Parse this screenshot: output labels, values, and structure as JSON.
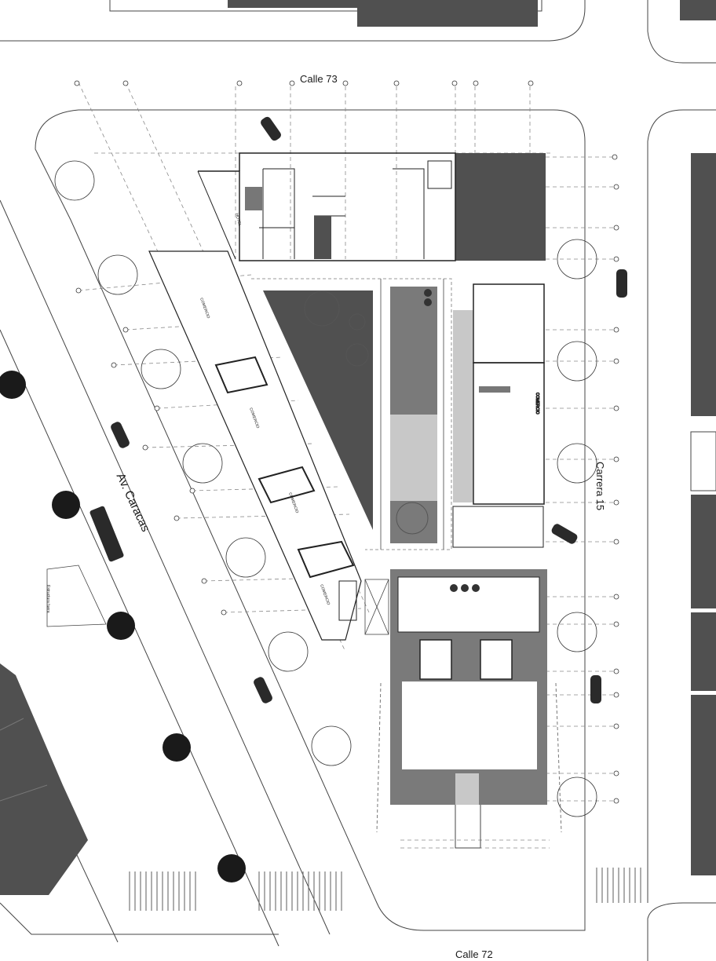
{
  "streets": {
    "north": "Calle 73",
    "south": "Calle 72",
    "east": "Carrera 15",
    "west": "Av. Caracas"
  },
  "labels": {
    "hotel": "HOTEL",
    "comercio": "COMERCIO",
    "estructura": "Estructura fuera"
  },
  "colors": {
    "dark_fill": "#505050",
    "mid_fill": "#7a7a7a",
    "light_fill": "#c8c8c8",
    "line": "#222222",
    "thin_line": "#9a9a9a"
  }
}
